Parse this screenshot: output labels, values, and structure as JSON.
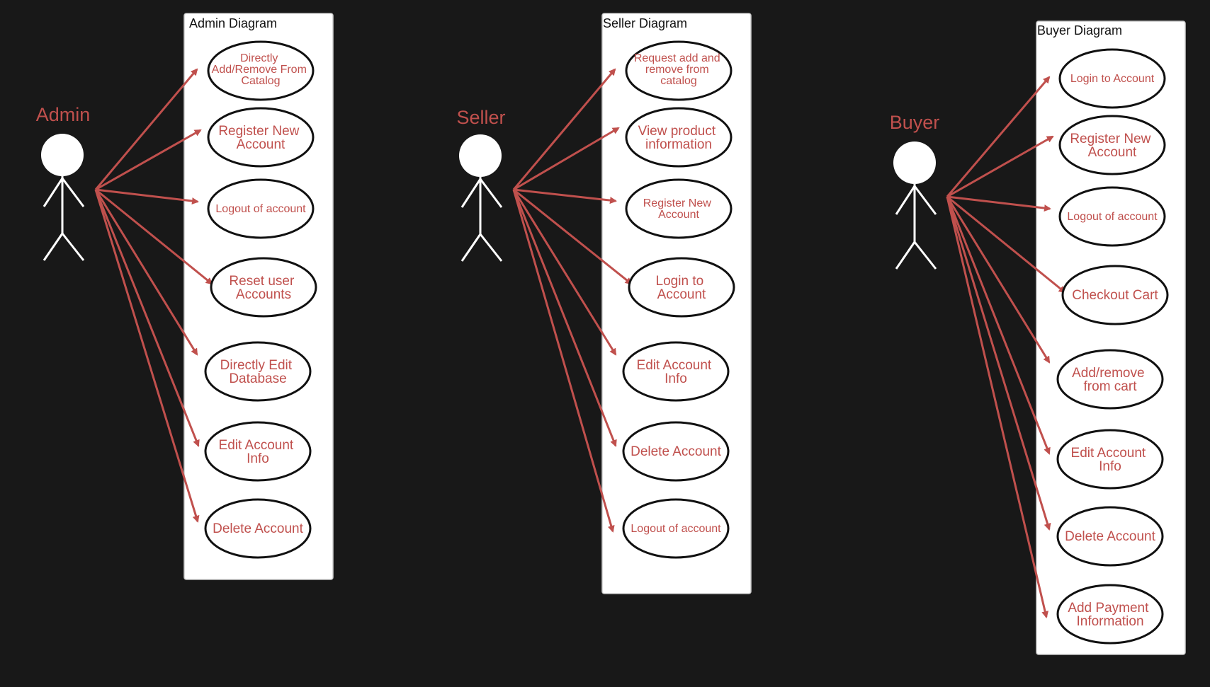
{
  "colors": {
    "background": "#181818",
    "accent": "#c0504d",
    "box_fill": "#ffffff",
    "ellipse_stroke": "#111111",
    "actor_color": "#ffffff"
  },
  "diagrams": [
    {
      "title": "Admin Diagram",
      "actor": "Admin",
      "use_cases": [
        "Directly Add/Remove From Catalog",
        "Register New Account",
        "Logout of account",
        "Reset user Accounts",
        "Directly Edit Database",
        "Edit Account Info",
        "Delete Account"
      ]
    },
    {
      "title": "Seller Diagram",
      "actor": "Seller",
      "use_cases": [
        "Request add and remove from catalog",
        "View product information",
        "Register New Account",
        "Login to Account",
        "Edit Account Info",
        "Delete Account",
        "Logout of account"
      ]
    },
    {
      "title": "Buyer Diagram",
      "actor": "Buyer",
      "use_cases": [
        "Login to Account",
        "Register New Account",
        "Logout of account",
        "Checkout Cart",
        "Add/remove from cart",
        "Edit Account Info",
        "Delete Account",
        "Add Payment Information"
      ]
    }
  ]
}
